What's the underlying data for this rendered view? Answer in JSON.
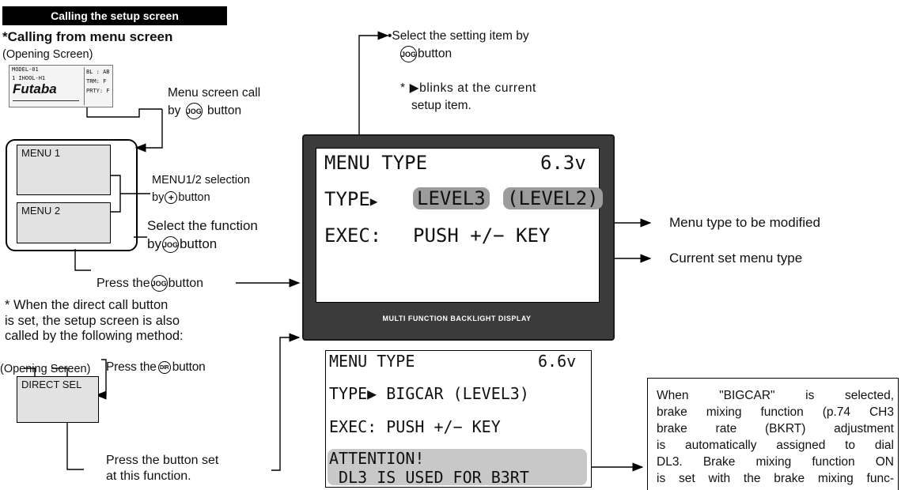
{
  "header": "Calling the setup screen",
  "subheading": "*Calling from menu screen",
  "opening_screen_label": "(Opening Screen)",
  "opening_screen_thumb": {
    "logo": "Futaba",
    "top_left": "MODEL-01",
    "line2": "1 IHOOL-H1",
    "right1": "BL : AB",
    "right2": "TRM: F",
    "right3": "PRTY: F"
  },
  "menu_call_text": [
    "Menu screen call",
    "by",
    "button"
  ],
  "menu1_label": "MENU 1",
  "menu2_label": "MENU 2",
  "menu_sel_text": [
    "MENU1/2 selection",
    "by",
    "button"
  ],
  "select_function_text": [
    "Select the function",
    "by",
    "button"
  ],
  "press_jog_text": [
    "Press the",
    "button"
  ],
  "direct_note": [
    "* When the direct call button",
    "is set, the setup screen is also",
    "called by the following method:"
  ],
  "opening_screen_label2": "(Opening Screen)",
  "press_dir_text": [
    "Press the",
    "button"
  ],
  "direct_sel_label": "DIRECT SEL",
  "press_button_set_text": [
    "Press the button set",
    "at this function."
  ],
  "select_item_text": [
    "•Select the setting item by",
    "button"
  ],
  "blink_note": [
    "*",
    "blinks at the current",
    "setup item."
  ],
  "lcd1": {
    "title": "MENU TYPE",
    "voltage": "6.3v",
    "type_label": "TYPE",
    "type_value": "LEVEL3",
    "type_alt": "(LEVEL2)",
    "exec_label": "EXEC:",
    "exec_value": "PUSH +/− KEY",
    "footer": "MULTI FUNCTION BACKLIGHT DISPLAY"
  },
  "menu_type_modified": "Menu type to be modified",
  "current_menu_type": "Current set menu type",
  "lcd2": {
    "title": "MENU TYPE",
    "voltage": "6.6v",
    "type_line": "TYPE▶ BIGCAR (LEVEL3)",
    "exec_line": "EXEC: PUSH +/− KEY",
    "attention": "ATTENTION!",
    "attention2": " DL3 IS USED FOR B3RT"
  },
  "bigcar_note": [
    "When \"BIGCAR\" is selected,",
    "brake mixing function (p.74 CH3",
    "brake rate (BKRT) adjustment",
    "is automatically assigned to dial",
    "DL3. Brake mixing function ON",
    "is set with the brake mixing func-"
  ],
  "icons": {
    "jog": "JOG",
    "plus": "+",
    "dir": "DIR"
  }
}
